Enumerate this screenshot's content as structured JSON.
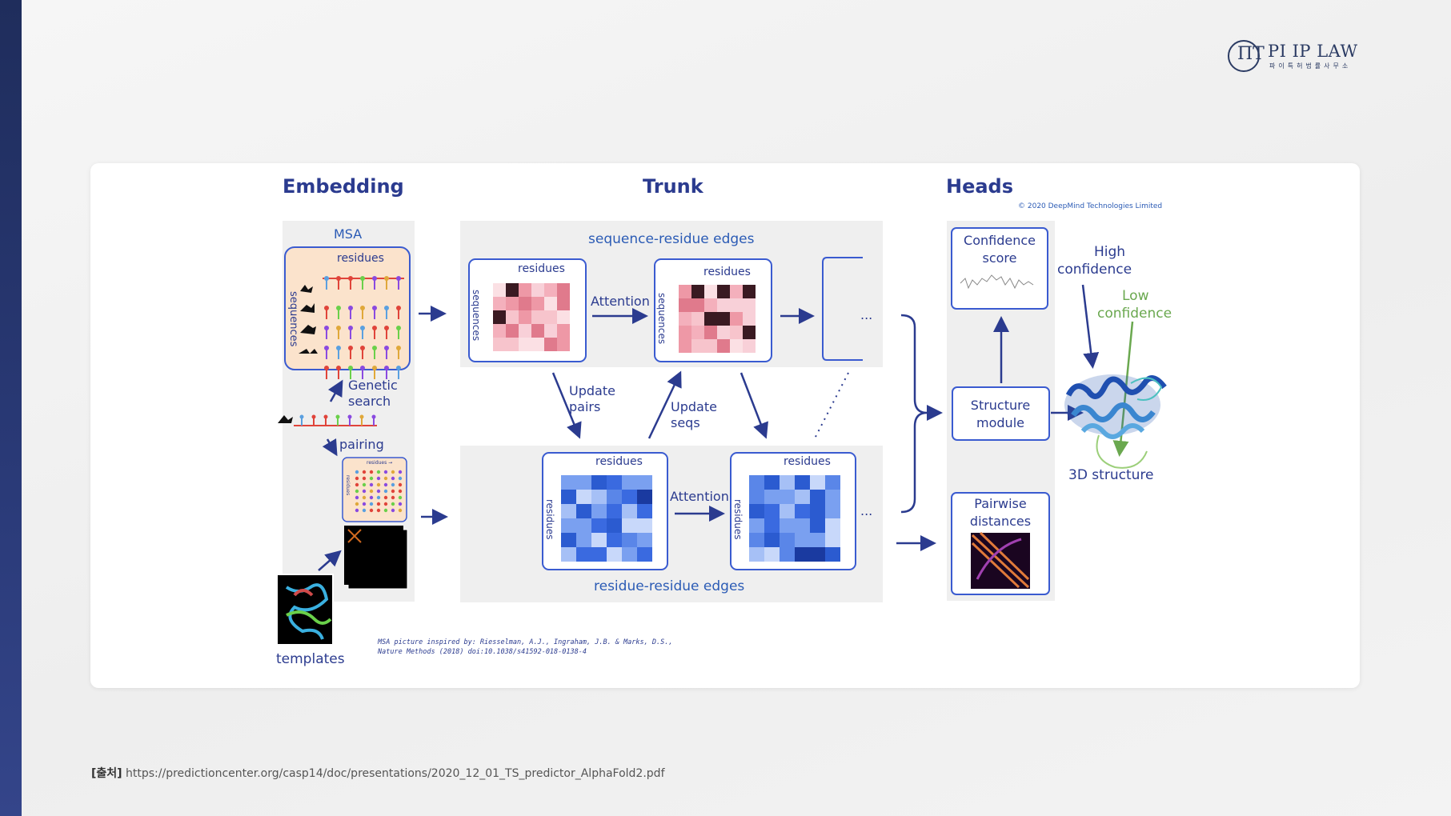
{
  "logo": {
    "mark": "ΠT",
    "name": "PI IP LAW",
    "sub": "파이특허법률사무소"
  },
  "diagram": {
    "sections": {
      "embedding": "Embedding",
      "trunk": "Trunk",
      "heads": "Heads"
    },
    "copyright": "© 2020 DeepMind Technologies Limited",
    "msa": {
      "title": "MSA",
      "residues": "residues",
      "sequences": "sequences"
    },
    "genetic_search": [
      "Genetic",
      "search"
    ],
    "pairing": "pairing",
    "pairing_mini": {
      "residues": "residues →",
      "side": "residues"
    },
    "templates": "templates",
    "trunk": {
      "seq_edges": "sequence-residue edges",
      "res_edges": "residue-residue edges",
      "attention": "Attention",
      "residues": "residues",
      "sequences": "sequences",
      "update_pairs": [
        "Update",
        "pairs"
      ],
      "update_seqs": [
        "Update",
        "seqs"
      ],
      "ellipsis": "..."
    },
    "heads": {
      "confidence": [
        "Confidence",
        "score"
      ],
      "structure": [
        "Structure",
        "module"
      ],
      "pairwise": [
        "Pairwise",
        "distances"
      ],
      "high_conf": [
        "High",
        "confidence"
      ],
      "low_conf": [
        "Low",
        "confidence"
      ],
      "structure_3d": "3D structure"
    },
    "citation": [
      "MSA picture inspired by: Riesselman, A.J., Ingraham, J.B. & Marks, D.S.,",
      "Nature Methods (2018) doi:10.1038/s41592-018-0138-4"
    ]
  },
  "source": {
    "label": "[출처]",
    "url": "https://predictioncenter.org/casp14/doc/presentations/2020_12_01_TS_predictor_AlphaFold2.pdf"
  },
  "colors": {
    "navy": "#2b3b8f",
    "accent_blue": "#3a5bd0",
    "green": "#6aa84f",
    "panel": "#efefef",
    "msa_bg": "#fbe3cc"
  }
}
